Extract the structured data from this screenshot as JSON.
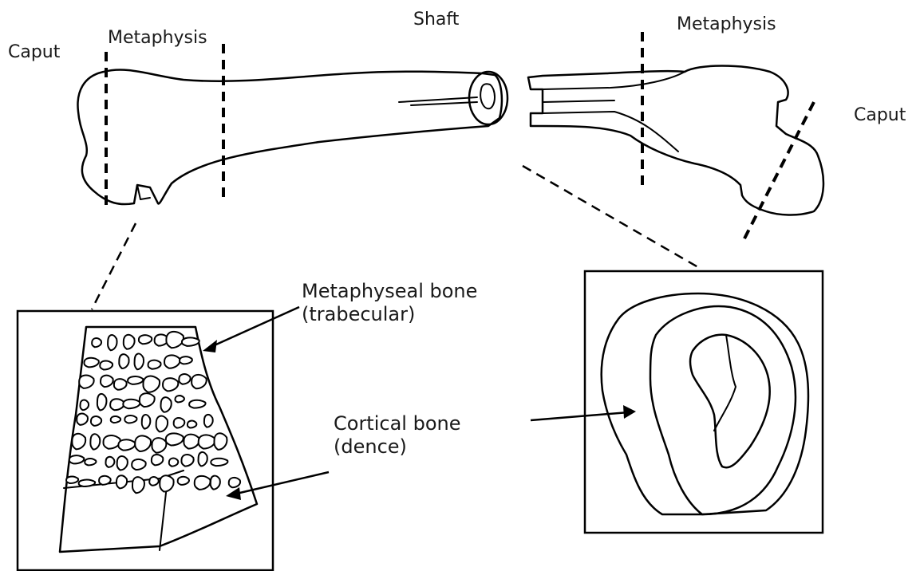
{
  "labels": {
    "caput_left": "Caput",
    "metaphysis_left": "Metaphysis",
    "shaft": "Shaft",
    "metaphysis_right": "Metaphysis",
    "caput_right": "Caput",
    "metaphyseal_bone_line1": "Metaphyseal bone",
    "metaphyseal_bone_line2": "(trabecular)",
    "cortical_bone_line1": "Cortical bone",
    "cortical_bone_line2": "(dence)"
  }
}
